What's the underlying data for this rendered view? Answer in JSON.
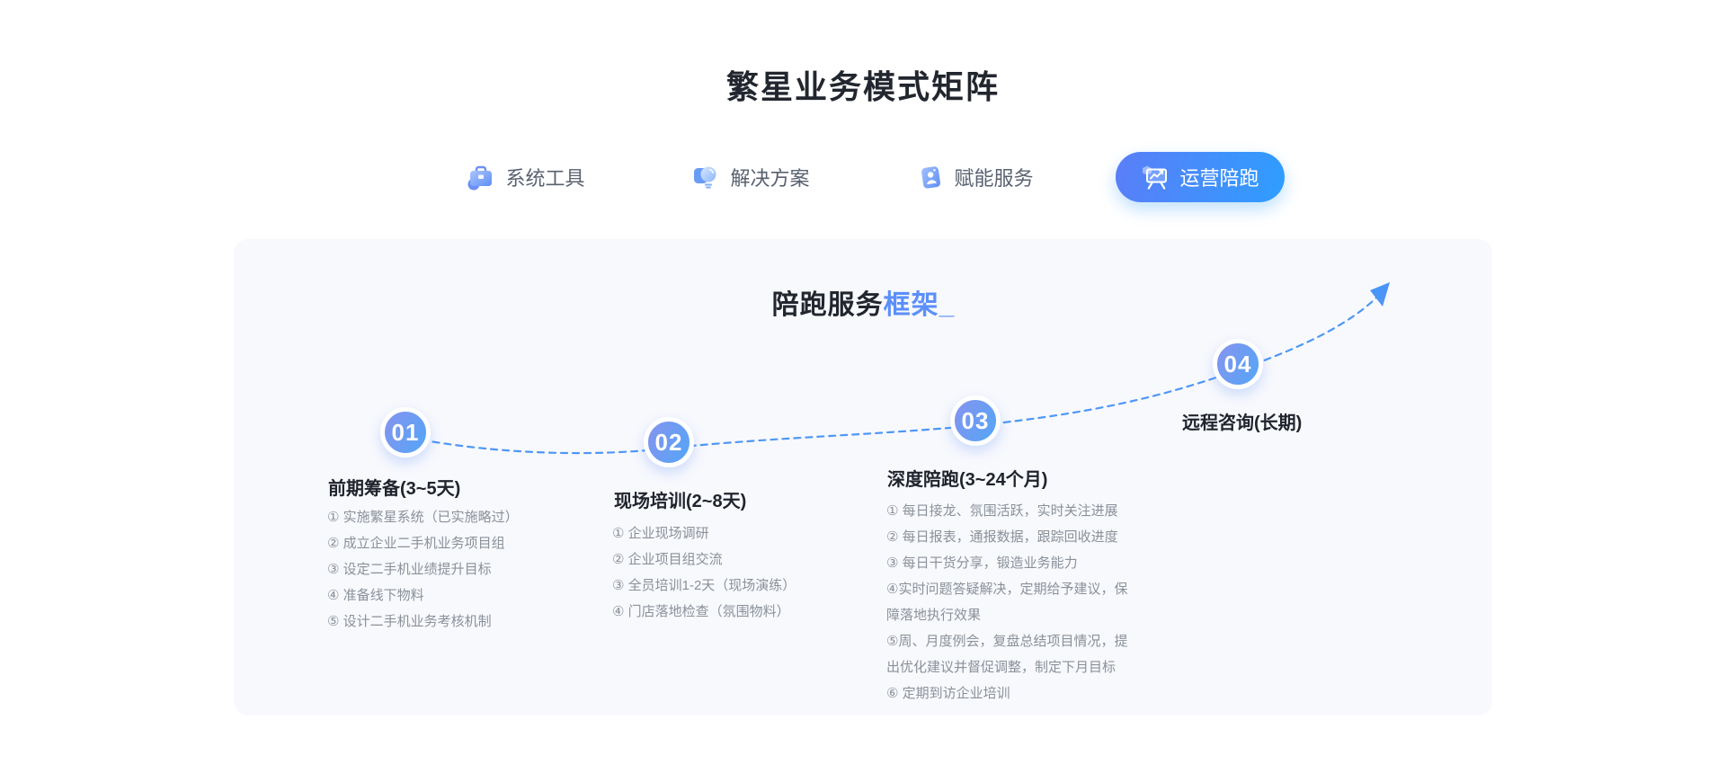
{
  "page": {
    "title": "繁星业务模式矩阵"
  },
  "tabs": {
    "items": [
      {
        "label": "系统工具",
        "icon": "briefcase-icon",
        "active": false
      },
      {
        "label": "解决方案",
        "icon": "lightbulb-icon",
        "active": false
      },
      {
        "label": "赋能服务",
        "icon": "empower-card-icon",
        "active": false
      },
      {
        "label": "运营陪跑",
        "icon": "presentation-chart-icon",
        "active": true
      }
    ]
  },
  "card": {
    "title_main": "陪跑服务",
    "title_accent": "框架",
    "title_mark": "_"
  },
  "steps": [
    {
      "number": "01",
      "title": "前期筹备(3~5天)",
      "items": [
        "① 实施繁星系统（已实施略过）",
        "② 成立企业二手机业务项目组",
        "③ 设定二手机业绩提升目标",
        "④ 准备线下物料",
        "⑤ 设计二手机业务考核机制"
      ]
    },
    {
      "number": "02",
      "title": "现场培训(2~8天)",
      "items": [
        "① 企业现场调研",
        "② 企业项目组交流",
        "③ 全员培训1-2天（现场演练）",
        "④ 门店落地检查（氛围物料）"
      ]
    },
    {
      "number": "03",
      "title": "深度陪跑(3~24个月)",
      "items": [
        "① 每日接龙、氛围活跃，实时关注进展",
        "② 每日报表，通报数据，跟踪回收进度",
        "③ 每日干货分享，锻造业务能力",
        "④实时问题答疑解决，定期给予建议，保障落地执行效果",
        "⑤周、月度例会，复盘总结项目情况，提出优化建议并督促调整，制定下月目标",
        "⑥ 定期到访企业培训"
      ]
    },
    {
      "number": "04",
      "title": "远程咨询(长期)",
      "items": []
    }
  ],
  "colors": {
    "accent_blue": "#5b8ff9",
    "active_tab_gradient_start": "#5a7ef8",
    "active_tab_gradient_end": "#2f9dff",
    "circle_gradient_start": "#8494ef",
    "circle_gradient_end": "#58a4f6",
    "dash_line": "#4e97f7",
    "card_bg": "#f8f9fd",
    "heading_text": "#20242c",
    "list_text": "#8a9199",
    "tab_text": "#59616f"
  }
}
